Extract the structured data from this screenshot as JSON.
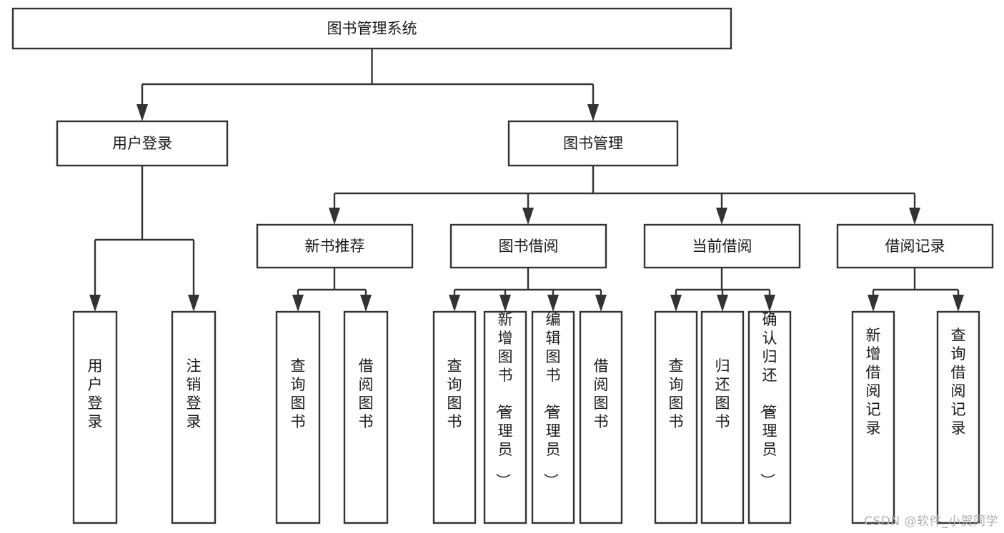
{
  "diagram": {
    "kind": "tree-hierarchy-chart",
    "title": "图书管理系统",
    "background_color": "#ffffff",
    "line_color": "#333333",
    "box_fill": "#ffffff",
    "text_color": "#1a1a1a"
  },
  "root": {
    "label": "图书管理系统"
  },
  "level2": [
    {
      "label": "用户登录"
    },
    {
      "label": "图书管理"
    }
  ],
  "level3": [
    {
      "label": "新书推荐"
    },
    {
      "label": "图书借阅"
    },
    {
      "label": "当前借阅"
    },
    {
      "label": "借阅记录"
    }
  ],
  "leaves": {
    "user_login": [
      {
        "label": "用户登录"
      },
      {
        "label": "注销登录"
      }
    ],
    "new_book_recommend": [
      {
        "label": "查询图书"
      },
      {
        "label": "借阅图书"
      }
    ],
    "book_borrow": [
      {
        "label": "查询图书"
      },
      {
        "label": "新增图书（管理员）"
      },
      {
        "label": "编辑图书（管理员）"
      },
      {
        "label": "借阅图书"
      }
    ],
    "current_borrow": [
      {
        "label": "查询图书"
      },
      {
        "label": "归还图书"
      },
      {
        "label": "确认归还（管理员）"
      }
    ],
    "borrow_record": [
      {
        "label": "新增借阅记录"
      },
      {
        "label": "查询借阅记录"
      }
    ]
  },
  "watermark": {
    "text": "CSDN @软件_小贺同学"
  }
}
